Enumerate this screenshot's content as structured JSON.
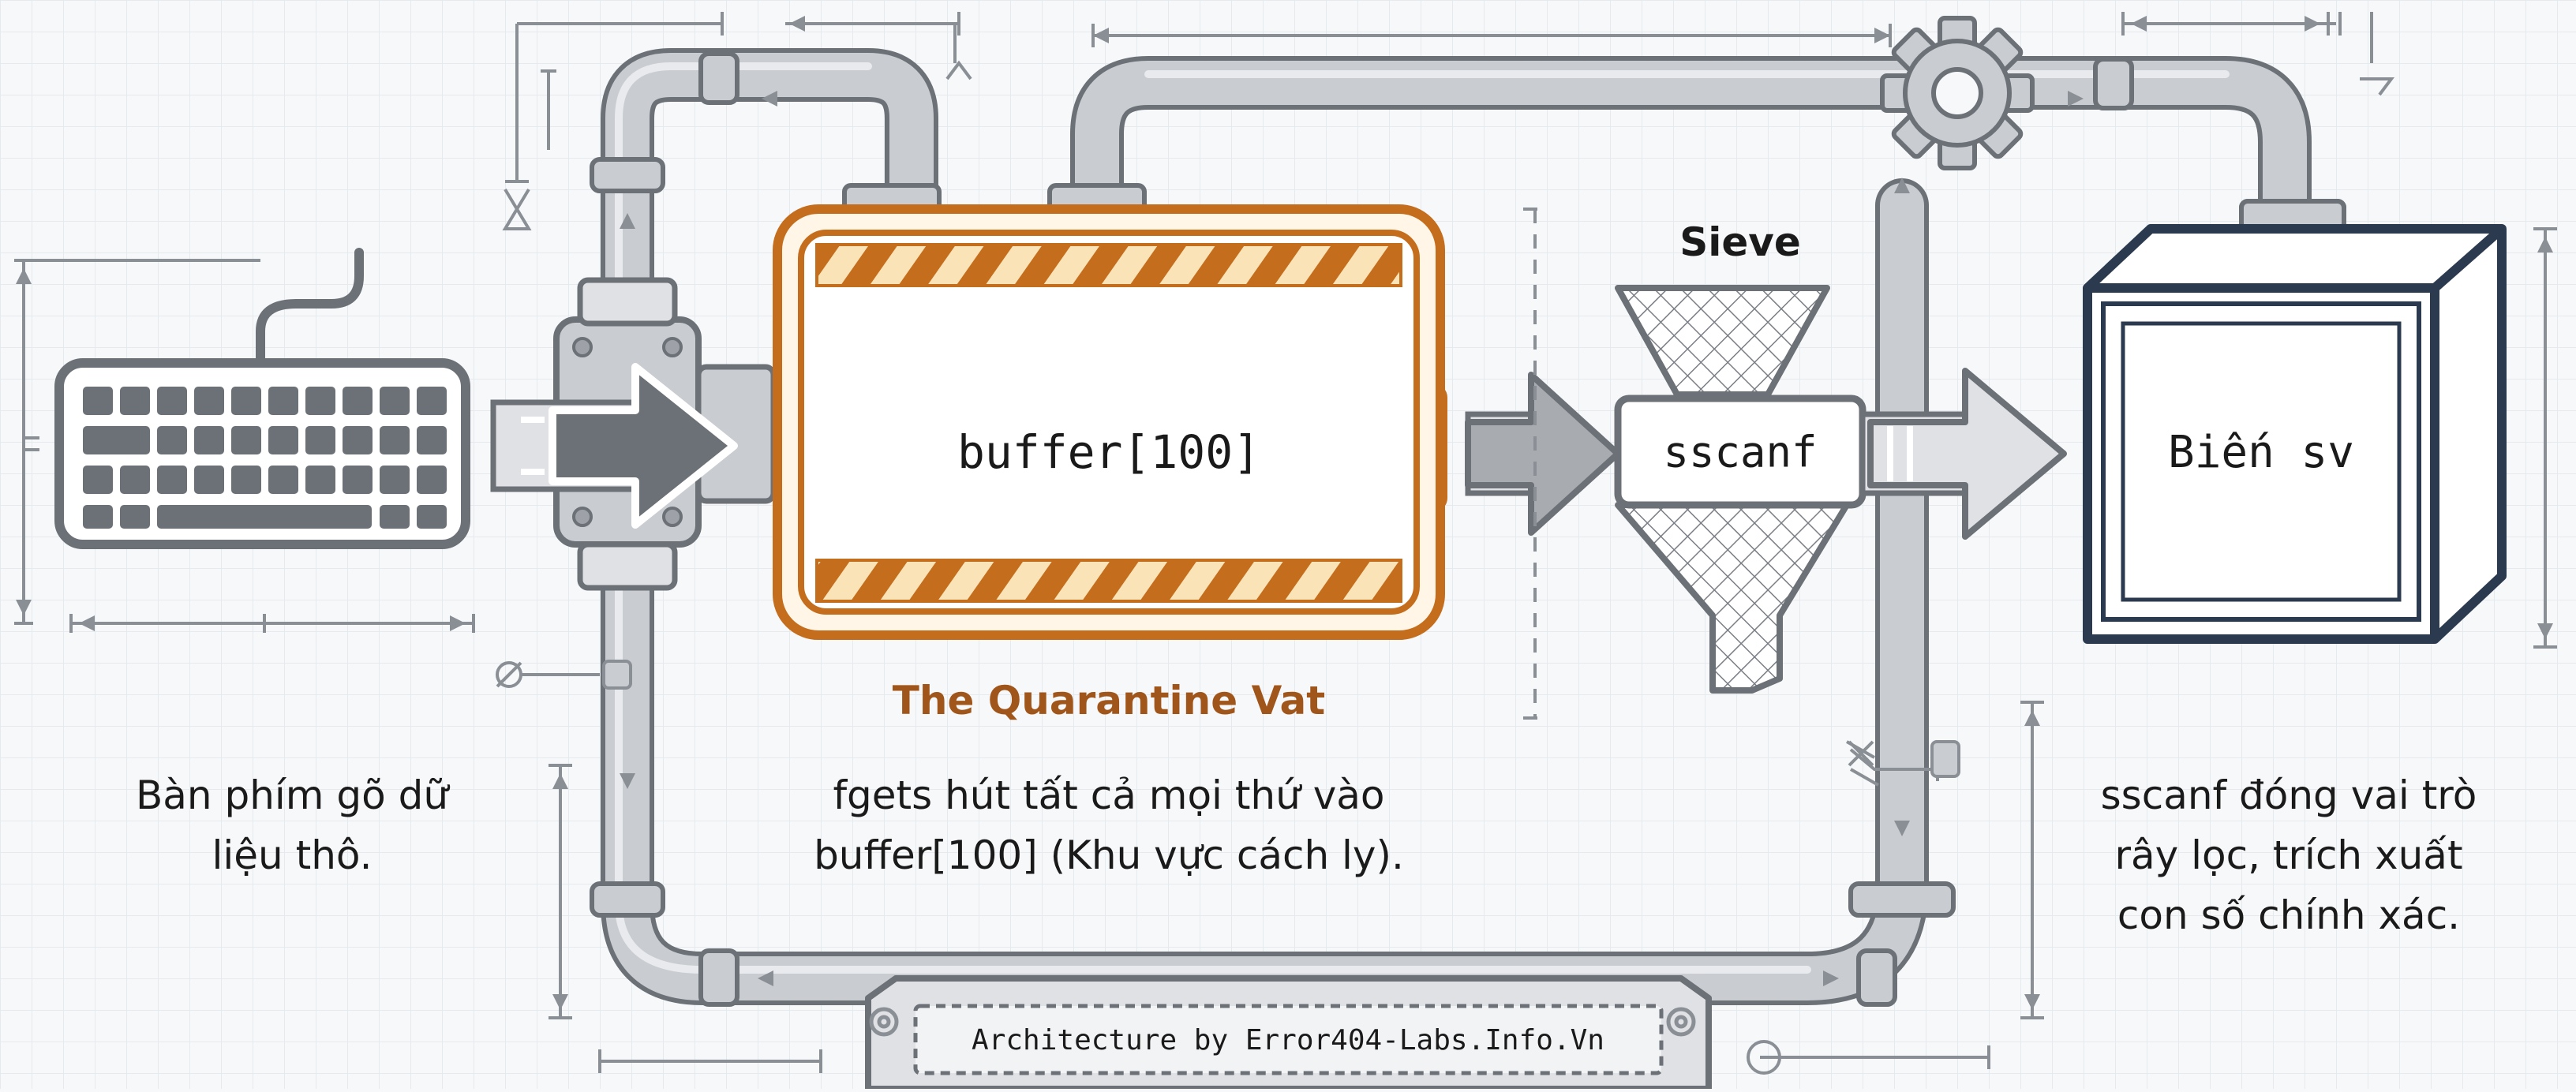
{
  "diagram": {
    "vat": {
      "content": "buffer[100]",
      "title": "The Quarantine Vat",
      "caption": "fgets hút tất cả mọi thứ vào\nbuffer[100] (Khu vực cách ly)."
    },
    "keyboard": {
      "caption": "Bàn phím gõ dữ\nliệu thô."
    },
    "sieve": {
      "title": "Sieve",
      "label": "sscanf"
    },
    "variable": {
      "label": "Biến sv",
      "caption": "sscanf đóng vai trò\nrây lọc, trích xuất\ncon số chính xác."
    },
    "footer": {
      "credit": "Architecture by Error404-Labs.Info.Vn"
    },
    "colors": {
      "vat_accent": "#c46d1c",
      "vat_fill": "#fff6e8",
      "pipe": "#a8abb0",
      "pipe_light": "#d9dbde",
      "outline": "#6c7077",
      "cabinet": "#2b3a4e"
    }
  }
}
